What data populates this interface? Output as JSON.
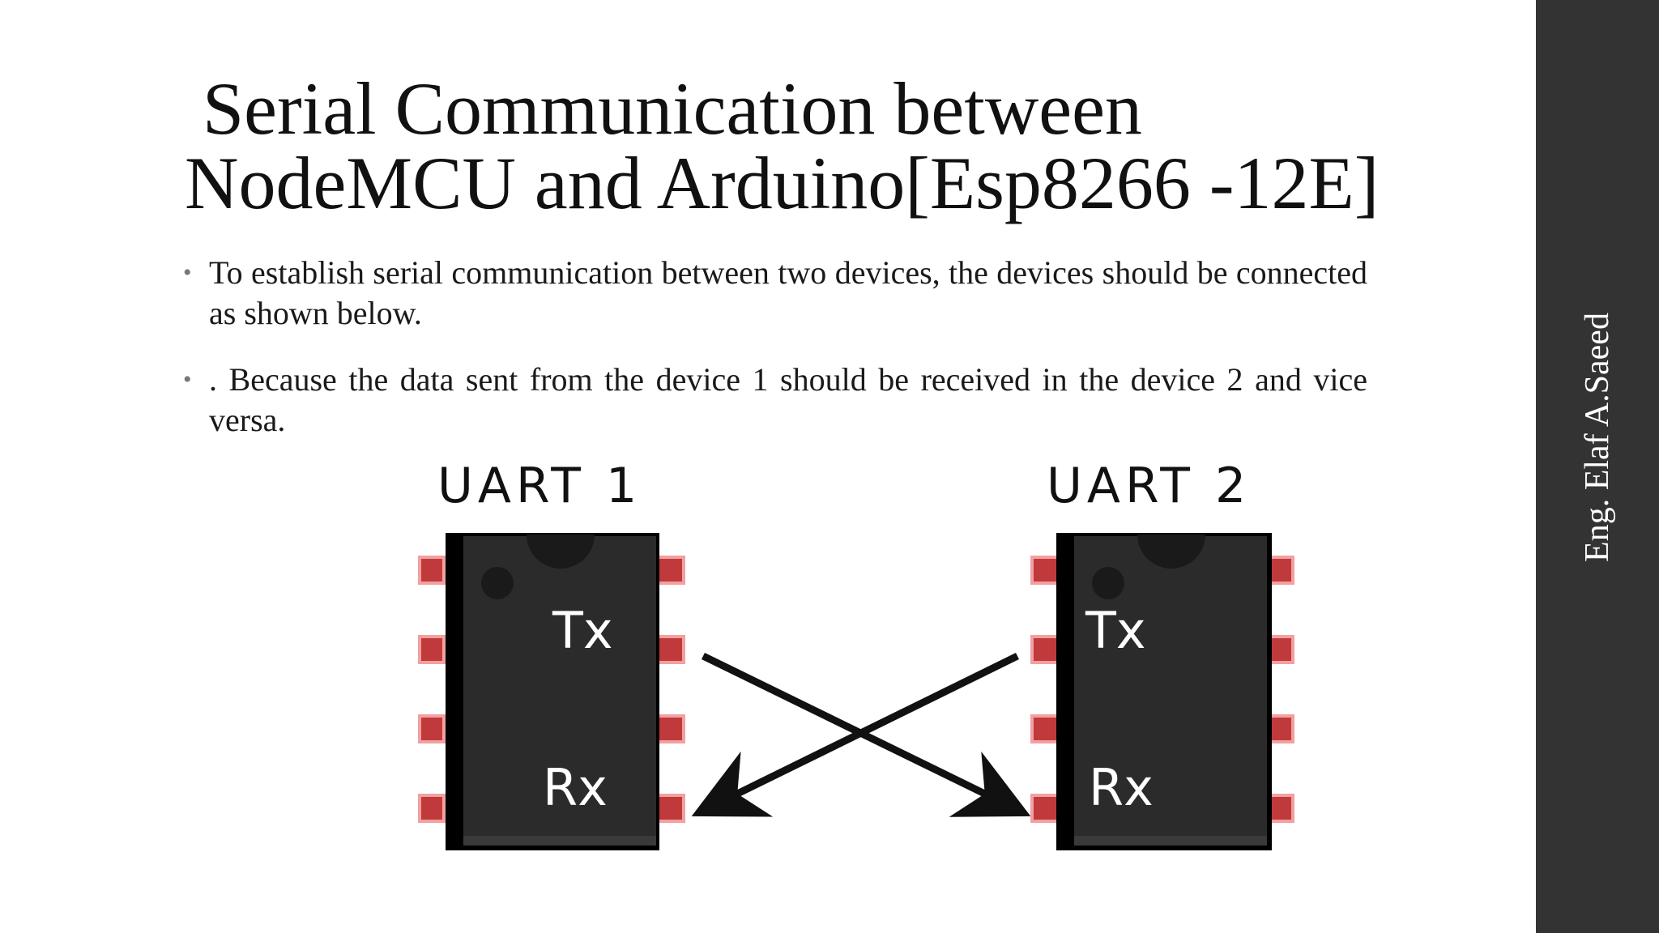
{
  "slide": {
    "title_line1": "Serial Communication between",
    "title_line2": "NodeMCU and Arduino[Esp8266 -12E]",
    "bullets": [
      "To establish serial communication between two devices, the devices should be connected as shown below.",
      ". Because the data sent from the device 1 should be received in the device 2 and vice versa."
    ],
    "author": "Eng. Elaf A.Saeed"
  },
  "diagram": {
    "uart1_label": "UART 1",
    "uart2_label": "UART 2",
    "tx_label": "Tx",
    "rx_label": "Rx"
  },
  "colors": {
    "sidebar": "#333333",
    "chip_body": "#2b2b2b",
    "pin_red": "#c0393b"
  }
}
